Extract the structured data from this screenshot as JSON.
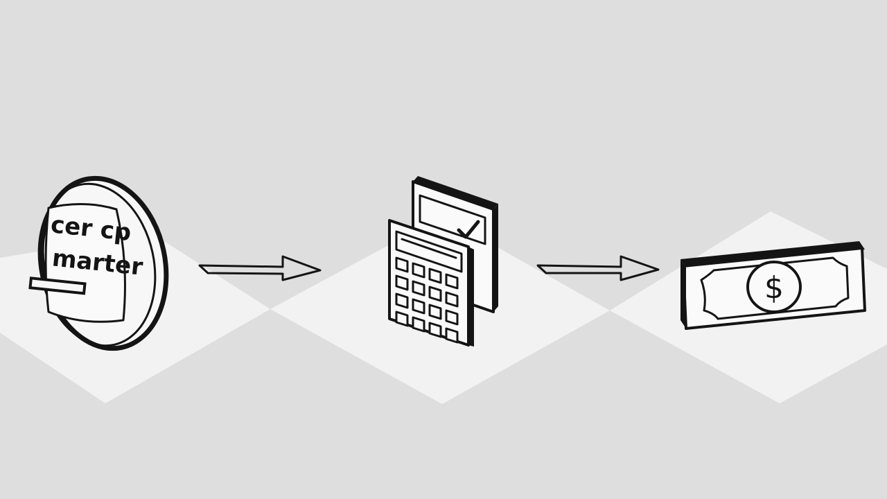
{
  "diagram": {
    "steps": [
      {
        "id": "meter",
        "icon": "round-meter-icon",
        "text_lines": [
          "cer cp",
          "marter"
        ]
      },
      {
        "id": "calculator",
        "icon": "calculator-icon"
      },
      {
        "id": "money",
        "icon": "banknote-icon",
        "symbol": "$"
      }
    ],
    "connectors": [
      "arrow-right-icon",
      "arrow-right-icon"
    ]
  },
  "colors": {
    "background": "#dedede",
    "tile": "#f2f2f2",
    "ink": "#141414"
  }
}
